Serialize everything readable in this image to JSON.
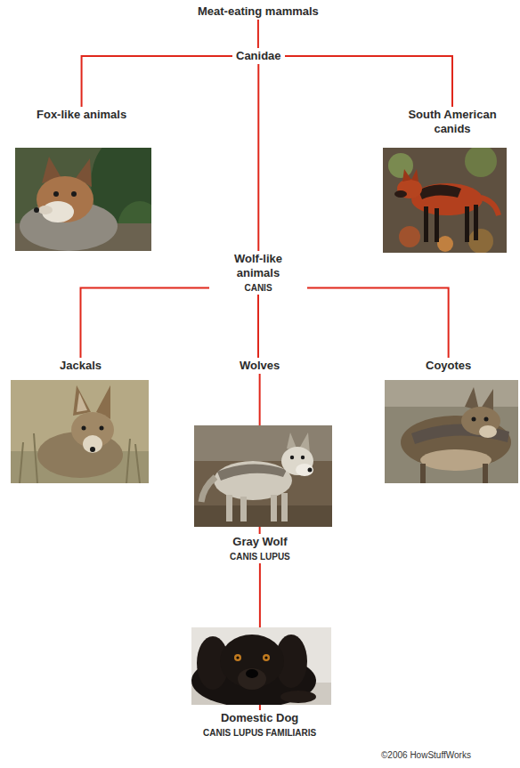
{
  "diagram": {
    "nodes": [
      {
        "text": [
          "Meat-eating mammals"
        ]
      },
      {
        "text": [
          "Canidae"
        ]
      },
      {
        "text": [
          "Fox-like animals"
        ]
      },
      {
        "text": [
          "South American canids"
        ]
      },
      {
        "text": [
          "Wolf-like animals",
          "CANIS"
        ]
      },
      {
        "text": [
          "Jackals"
        ]
      },
      {
        "text": [
          "Wolves"
        ]
      },
      {
        "text": [
          "Coyotes"
        ]
      },
      {
        "text": [
          "Gray Wolf",
          "CANIS LUPUS"
        ]
      },
      {
        "text": [
          "Domestic Dog",
          "CANIS LUPUS FAMILIARIS"
        ]
      }
    ],
    "edges": [
      {
        "from": 0,
        "to": 1,
        "arrow": "none"
      },
      {
        "from": 1,
        "to": 2,
        "arrow": "none"
      },
      {
        "from": 1,
        "to": 3,
        "arrow": "none"
      },
      {
        "from": 1,
        "to": 4,
        "arrow": "none"
      },
      {
        "from": 4,
        "to": 5,
        "arrow": "none"
      },
      {
        "from": 4,
        "to": 6,
        "arrow": "none"
      },
      {
        "from": 4,
        "to": 7,
        "arrow": "none"
      },
      {
        "from": 6,
        "to": 8,
        "arrow": "none"
      },
      {
        "from": 8,
        "to": 9,
        "arrow": "none"
      }
    ],
    "labels": [
      "©2006 HowStuffWorks"
    ]
  }
}
